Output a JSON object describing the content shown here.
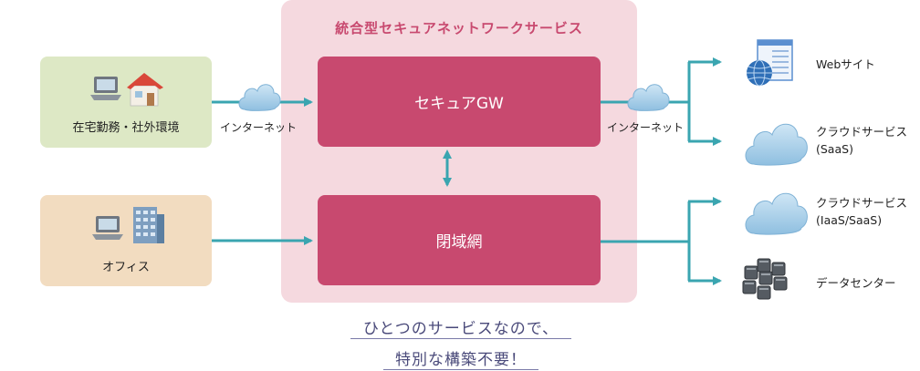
{
  "panel": {
    "title": "統合型セキュアネットワークサービス"
  },
  "boxes": {
    "secure_gw": "セキュアGW",
    "closed_network": "閉域網",
    "home": "在宅勤務・社外環境",
    "office": "オフィス"
  },
  "internet_labels": {
    "left": "インターネット",
    "right": "インターネット"
  },
  "services": [
    {
      "line1": "Webサイト",
      "line2": "",
      "icon": "globe-browser-icon"
    },
    {
      "line1": "クラウドサービス",
      "line2": "(SaaS)",
      "icon": "cloud-icon"
    },
    {
      "line1": "クラウドサービス",
      "line2": "(IaaS/SaaS)",
      "icon": "cloud-icon"
    },
    {
      "line1": "データセンター",
      "line2": "",
      "icon": "server-rack-icon"
    }
  ],
  "tagline": {
    "line1": "ひとつのサービスなので、",
    "line2": "特別な構築不要！"
  },
  "colors": {
    "accent": "#c8496f",
    "panel_bg": "#f5d9df",
    "arrow": "#3aa5b0",
    "home_bg": "#dde8c5",
    "office_bg": "#f2dcc0",
    "tagline": "#4a4a7a"
  }
}
